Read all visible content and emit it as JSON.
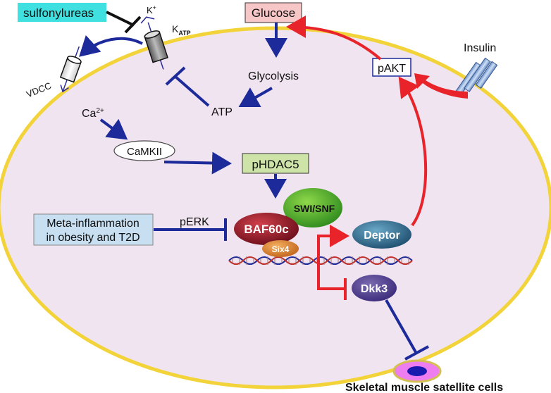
{
  "labels": {
    "sulfonylureas": "sulfonylureas",
    "k_plus": "K",
    "k_plus_sup": "+",
    "katp_main": "K",
    "katp_sub": "ATP",
    "vdcc": "VDCC",
    "ca_main": "Ca",
    "ca_sup": "2+",
    "glucose": "Glucose",
    "glycolysis": "Glycolysis",
    "atp": "ATP",
    "insulin": "Insulin",
    "pakt": "pAKT",
    "camkii": "CaMKII",
    "phdac5": "pHDAC5",
    "swi_snf": "SWI/SNF",
    "baf60c": "BAF60c",
    "six4": "Six4",
    "meta_line1": "Meta-inflammation",
    "meta_line2": "in obesity and T2D",
    "perk": "pERK",
    "deptor": "Deptor",
    "dkk3": "Dkk3",
    "satellite": "Skeletal muscle satellite cells"
  },
  "colors": {
    "cell_fill": "#f1e4f1",
    "cell_border": "#f2d33a",
    "blue_arrow": "#1c2a9a",
    "red_arrow": "#e8232a",
    "sulfonylureas_box": "#40e0e0",
    "glucose_box": "#f7c6c6",
    "phdac5_box": "#cde3a8",
    "meta_box": "#c7dff0"
  }
}
